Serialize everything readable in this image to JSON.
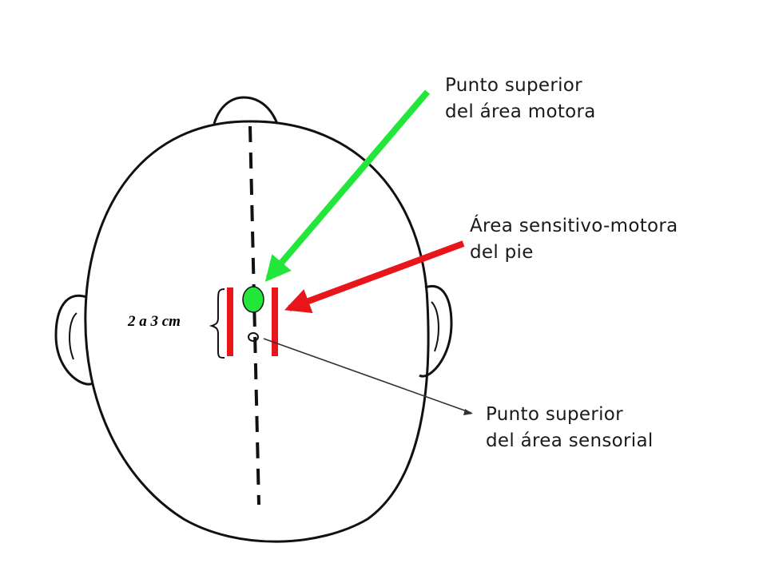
{
  "labels": {
    "motor_point": {
      "line1": "Punto superior",
      "line2": "del área motora"
    },
    "foot_area": {
      "line1": "Área sensitivo-motora",
      "line2": "del pie"
    },
    "sensory_point": {
      "line1": "Punto superior",
      "line2": "del área sensorial"
    },
    "measure": "2 a 3 cm"
  },
  "colors": {
    "outline": "#111111",
    "motor_arrow": "#22e63a",
    "foot_arrow": "#e8161b",
    "marker_bars": "#e8161b",
    "motor_dot": "#22e63a",
    "leader_line": "#333333"
  }
}
